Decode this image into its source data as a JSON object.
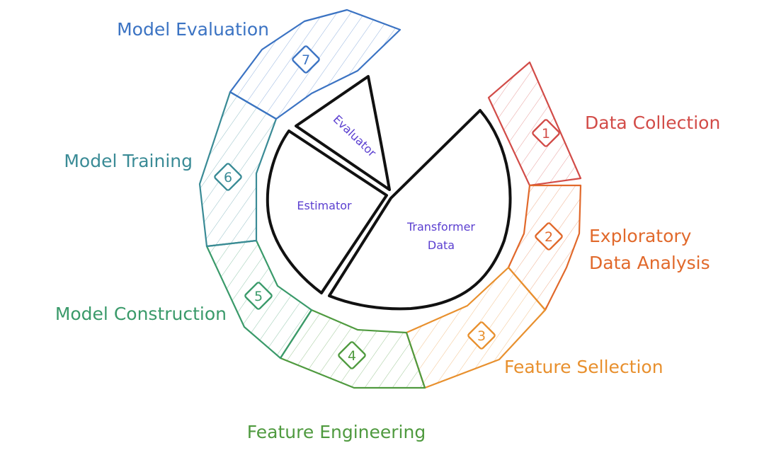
{
  "stages": [
    {
      "id": "s1",
      "number": "1",
      "label_lines": [
        "Data Collection"
      ],
      "color": "#d24c48"
    },
    {
      "id": "s2",
      "number": "2",
      "label_lines": [
        "Exploratory",
        "Data Analysis"
      ],
      "color": "#e1692b"
    },
    {
      "id": "s3",
      "number": "3",
      "label_lines": [
        "Feature Sellection"
      ],
      "color": "#e8902e"
    },
    {
      "id": "s4",
      "number": "4",
      "label_lines": [
        "Feature Engineering"
      ],
      "color": "#4f9a3f"
    },
    {
      "id": "s5",
      "number": "5",
      "label_lines": [
        "Model Construction"
      ],
      "color": "#3a9a6a"
    },
    {
      "id": "s6",
      "number": "6",
      "label_lines": [
        "Model Training"
      ],
      "color": "#3a8b96"
    },
    {
      "id": "s7",
      "number": "7",
      "label_lines": [
        "Model Evaluation"
      ],
      "color": "#3b73c3"
    }
  ],
  "inner": [
    {
      "id": "evaluator",
      "label_lines": [
        "Evaluator"
      ]
    },
    {
      "id": "estimator",
      "label_lines": [
        "Estimator"
      ]
    },
    {
      "id": "transformer",
      "label_lines": [
        "Transformer",
        "Data"
      ]
    }
  ],
  "colors": {
    "inner_label": "#5b3fd0",
    "outline": "#111111"
  }
}
